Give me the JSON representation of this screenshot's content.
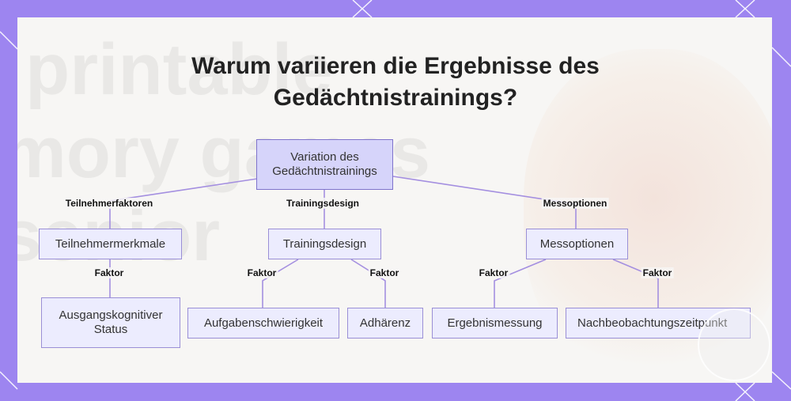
{
  "title": {
    "line1": "Warum variieren die Ergebnisse des",
    "line2": "Gedächtnistrainings?"
  },
  "background_text": [
    "printable",
    "mory games",
    "senior"
  ],
  "nodes": {
    "root": "Variation des\nGedächtnistrainings",
    "teilnehmermerkmale": "Teilnehmermerkmale",
    "trainingsdesign": "Trainingsdesign",
    "messoptionen": "Messoptionen",
    "ausgangskognitiver_status": "Ausgangskognitiver\nStatus",
    "aufgabenschwierigkeit": "Aufgabenschwierigkeit",
    "adhaerenz": "Adhärenz",
    "ergebnismessung": "Ergebnismessung",
    "nachbeobachtungszeitpunkt": "Nachbeobachtungszeitpunkt"
  },
  "edge_labels": {
    "teilnehmerfaktoren": "Teilnehmerfaktoren",
    "trainingsdesign": "Trainingsdesign",
    "messoptionen": "Messoptionen",
    "faktor": "Faktor"
  },
  "colors": {
    "frame": "#9d85f0",
    "node_fill": "#ececfe",
    "root_fill": "#d6d4fa",
    "edge": "#a48fe0"
  }
}
